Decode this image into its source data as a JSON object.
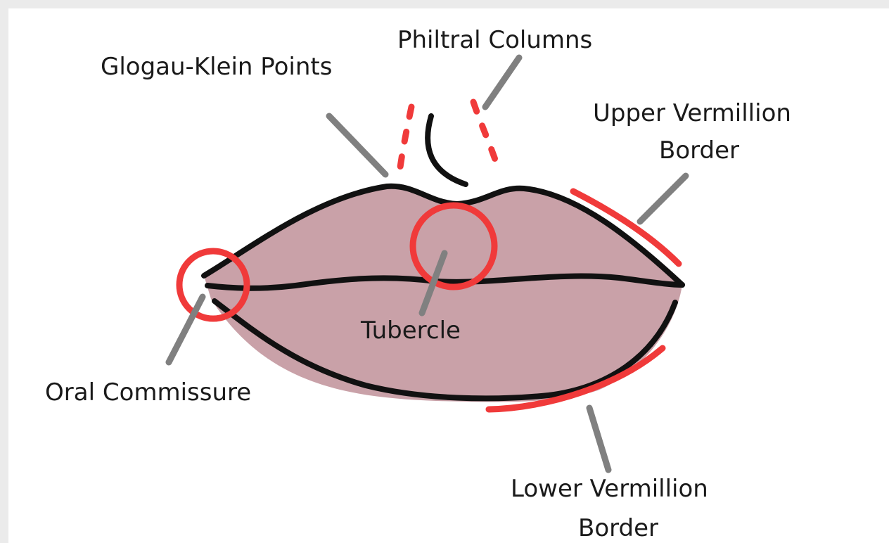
{
  "labels": {
    "philtral_columns": "Philtral Columns",
    "glogau_klein_points": "Glogau-Klein Points",
    "upper_vermillion_line1": "Upper Vermillion",
    "upper_vermillion_line2": "Border",
    "tubercle": "Tubercle",
    "oral_commissure": "Oral Commissure",
    "lower_vermillion_line1": "Lower Vermillion",
    "lower_vermillion_line2": "Border"
  },
  "colors": {
    "lip_fill": "#c9a1a8",
    "outline": "#111111",
    "highlight": "#f03a3a",
    "leader": "#808080",
    "background": "#ffffff",
    "frame": "#ebebeb"
  }
}
